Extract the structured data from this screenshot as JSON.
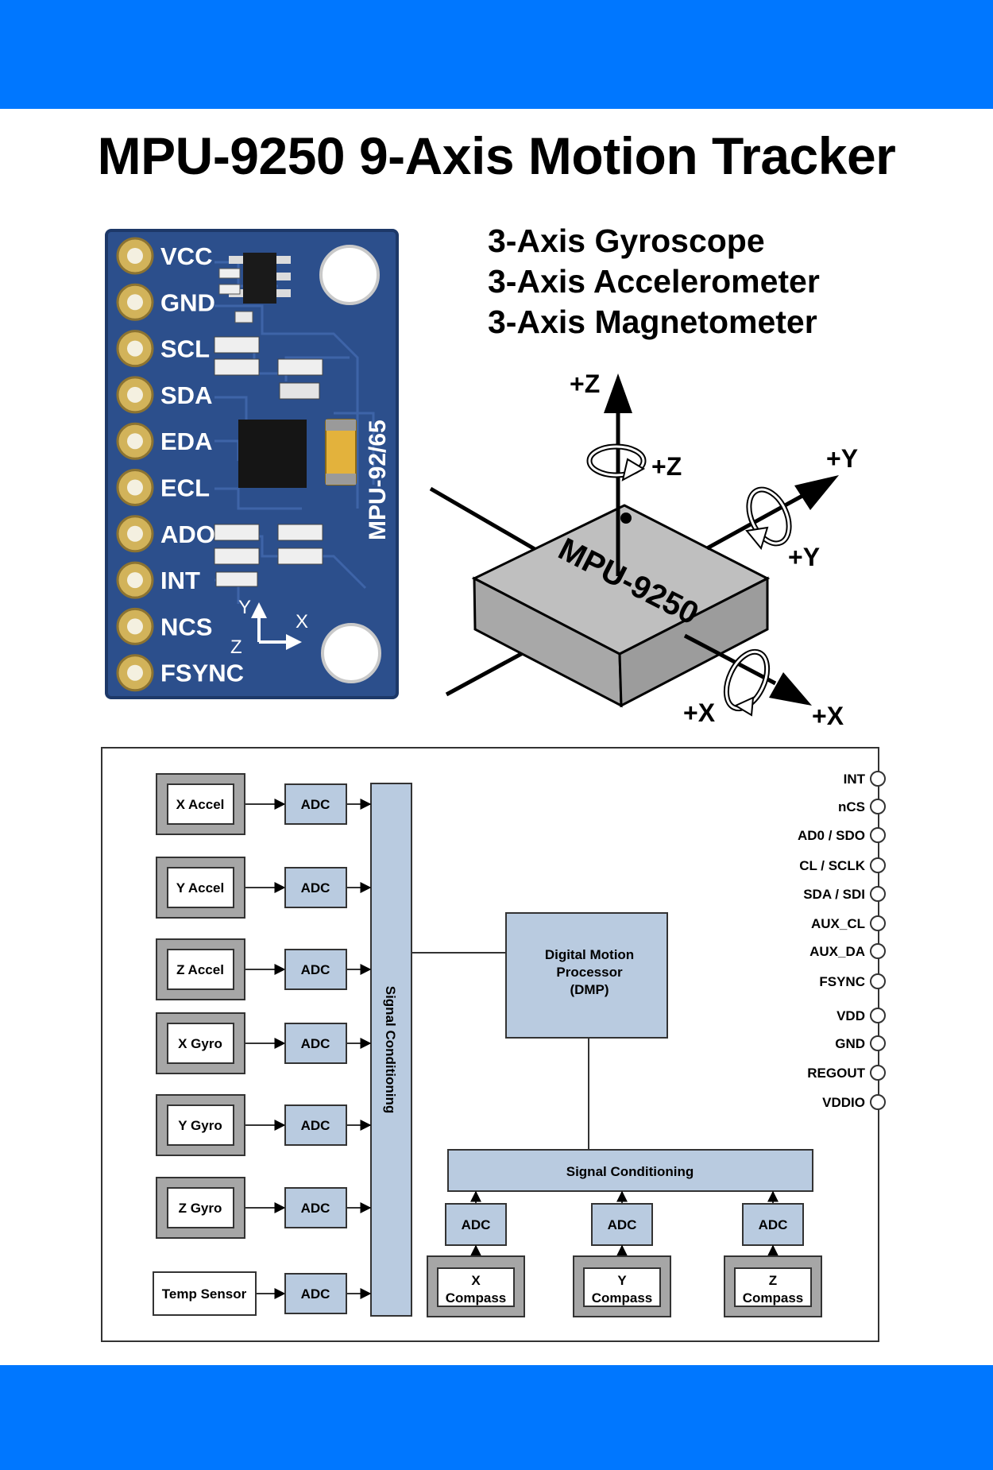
{
  "colors": {
    "band": "#0077ff",
    "board": "#2c4f8c",
    "pad": "#d2b35a",
    "block_fill": "#b9cbe0",
    "chip_gray": "#bdbdbd",
    "sensor_outer": "#a6a6a6"
  },
  "title": "MPU-9250 9-Axis Motion Tracker",
  "features": [
    "3-Axis Gyroscope",
    "3-Axis Accelerometer",
    "3-Axis Magnetometer"
  ],
  "board": {
    "pins": [
      "VCC",
      "GND",
      "SCL",
      "SDA",
      "EDA",
      "ECL",
      "ADO",
      "INT",
      "NCS",
      "FSYNC"
    ],
    "silk_label": "MPU-92/65",
    "axis_labels": {
      "y": "Y",
      "x": "X",
      "z": "Z"
    }
  },
  "axes": {
    "chip_label": "MPU-9250",
    "labels": {
      "z": "+Z",
      "z_rot": "+Z",
      "y": "+Y",
      "y_rot": "+Y",
      "x": "+X",
      "x_rot": "+X"
    }
  },
  "block_diagram": {
    "sensors": [
      "X Accel",
      "Y Accel",
      "Z Accel",
      "X Gyro",
      "Y Gyro",
      "Z Gyro",
      "Temp Sensor"
    ],
    "adc_label": "ADC",
    "signal_conditioning_vertical": "Signal Conditioning",
    "dmp": [
      "Digital Motion",
      "Processor",
      "(DMP)"
    ],
    "signal_conditioning_horizontal": "Signal Conditioning",
    "compasses": [
      [
        "X",
        "Compass"
      ],
      [
        "Y",
        "Compass"
      ],
      [
        "Z",
        "Compass"
      ]
    ],
    "pins": [
      "INT",
      "nCS",
      "AD0 / SDO",
      "CL / SCLK",
      "SDA / SDI",
      "AUX_CL",
      "AUX_DA",
      "FSYNC",
      "VDD",
      "GND",
      "REGOUT",
      "VDDIO"
    ]
  }
}
